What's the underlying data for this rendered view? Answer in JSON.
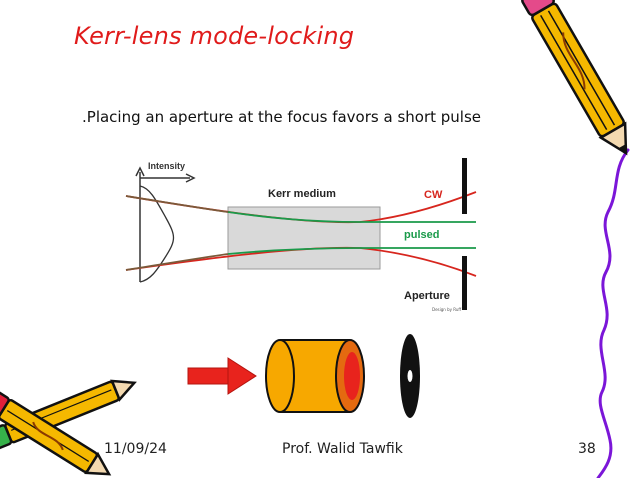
{
  "slide": {
    "title": "Kerr-lens mode-locking",
    "subtitle": ".Placing an aperture at the focus favors a short pulse",
    "footer": {
      "date": "11/09/24",
      "author": "Prof. Walid Tawfik",
      "page": "38"
    }
  },
  "diagram": {
    "intensity_label": "Intensity",
    "medium_label": "Kerr medium",
    "cw_label": "CW",
    "pulsed_label": "pulsed",
    "aperture_label": "Aperture",
    "credit": "Design by Ruff"
  },
  "colors": {
    "title": "#e01b1b",
    "cw_beam": "#d7261e",
    "pulsed_beam": "#1a9a4a",
    "kerr_medium": "#d9d9d9",
    "cylinder": "#f7a800",
    "arrow": "#e8231d",
    "pencil_body": "#f5b800",
    "side_squiggle": "#7b16d8"
  },
  "icons": [
    "pencil-icon",
    "crossed-pencils-icon",
    "right-arrow-icon",
    "cylinder-icon",
    "aperture-disk-icon"
  ]
}
